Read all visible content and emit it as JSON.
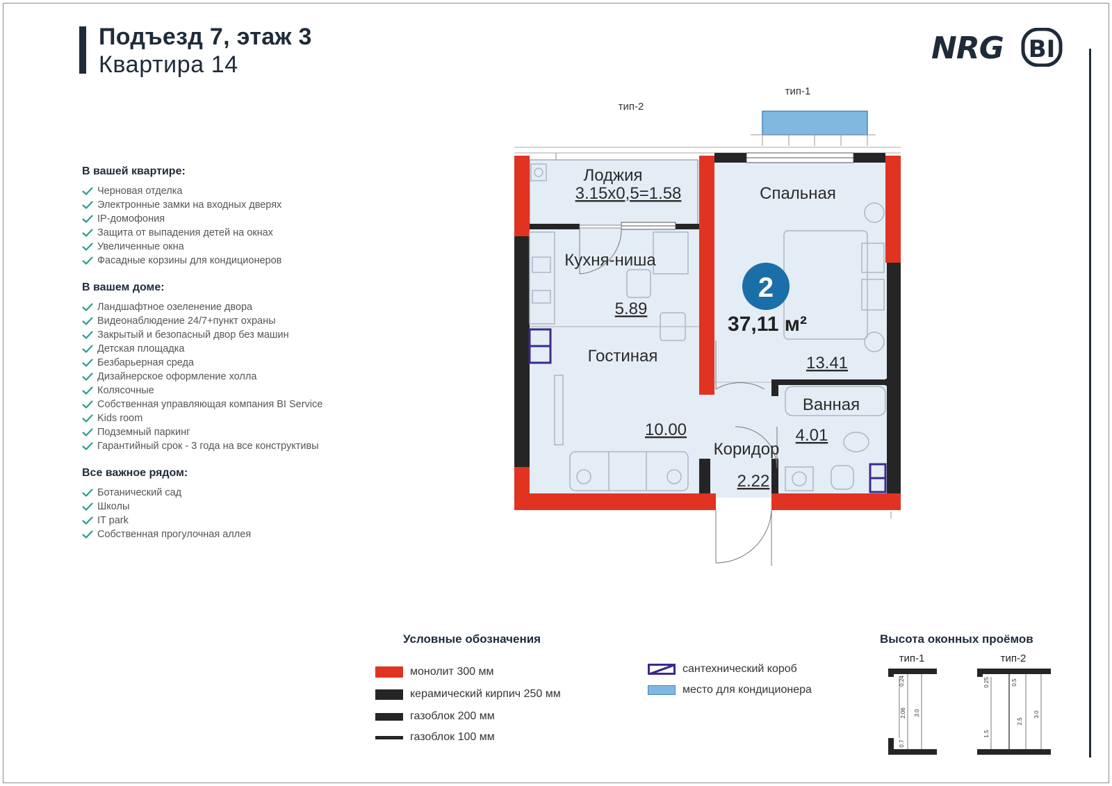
{
  "header": {
    "line1": "Подъезд 7, этаж 3",
    "line2": "Квартира 14"
  },
  "logo": {
    "left_text": "NRG",
    "right_text": "BI",
    "color": "#1f2b3a"
  },
  "features": [
    {
      "title": "В вашей квартире:",
      "items": [
        "Черновая отделка",
        "Электронные замки на входных дверях",
        "IP-домофония",
        "Защита от выпадения детей на окнах",
        "Увеличенные окна",
        "Фасадные корзины для кондиционеров"
      ]
    },
    {
      "title": "В вашем доме:",
      "items": [
        "Ландшафтное озеленение двора",
        "Видеонаблюдение 24/7+пункт охраны",
        "Закрытый и безопасный двор без машин",
        "Детская площадка",
        "Безбарьерная среда",
        "Дизайнерское оформление холла",
        "Колясочные",
        "Собственная управляющая компания BI Service",
        "Kids room",
        "Подземный паркинг",
        "Гарантийный срок - 3 года на все конструктивы"
      ]
    },
    {
      "title": "Все важное рядом:",
      "items": [
        "Ботанический сад",
        "Школы",
        "IT park",
        "Собственная прогулочная аллея"
      ]
    }
  ],
  "plan": {
    "window_types": {
      "type1": "тип-1",
      "type2": "тип-2"
    },
    "rooms": {
      "loggia": {
        "name": "Лоджия",
        "area": "3.15х0,5=1.58"
      },
      "bedroom": {
        "name": "Спальная",
        "area": "13.41"
      },
      "kitchen": {
        "name": "Кухня-ниша",
        "area": "5.89"
      },
      "living": {
        "name": "Гостиная",
        "area": "10.00"
      },
      "bathroom": {
        "name": "Ванная",
        "area": "4.01"
      },
      "corridor": {
        "name": "Коридор",
        "area": "2.22"
      }
    },
    "room_count": "2",
    "total_area": "37,11 м²"
  },
  "legend": {
    "title": "Условные обозначения",
    "items": {
      "monolith": "монолит 300 мм",
      "brick": "керамический кирпич 250 мм",
      "gasblock200": "газоблок 200 мм",
      "gasblock100": "газоблок 100 мм",
      "plumbing": "сантехнический короб",
      "ac": "место для кондиционера"
    }
  },
  "window_heights": {
    "title": "Высота оконных проёмов",
    "type1": {
      "label": "тип-1",
      "dims": [
        "0.24",
        "2.06",
        "3.0",
        "0.7"
      ]
    },
    "type2": {
      "label": "тип-2",
      "dims": [
        "0.25",
        "0.5",
        "1.5",
        "2.5",
        "3.0"
      ]
    }
  },
  "colors": {
    "monolith": "#e03322",
    "brick": "#252525",
    "room_fill": "#e4edf6",
    "accent": "#1b6fa8",
    "navy": "#1f2b3a",
    "plumbing": "#3b2a8c",
    "ac": "#7fb8e0",
    "check": "#2a9d8f"
  }
}
